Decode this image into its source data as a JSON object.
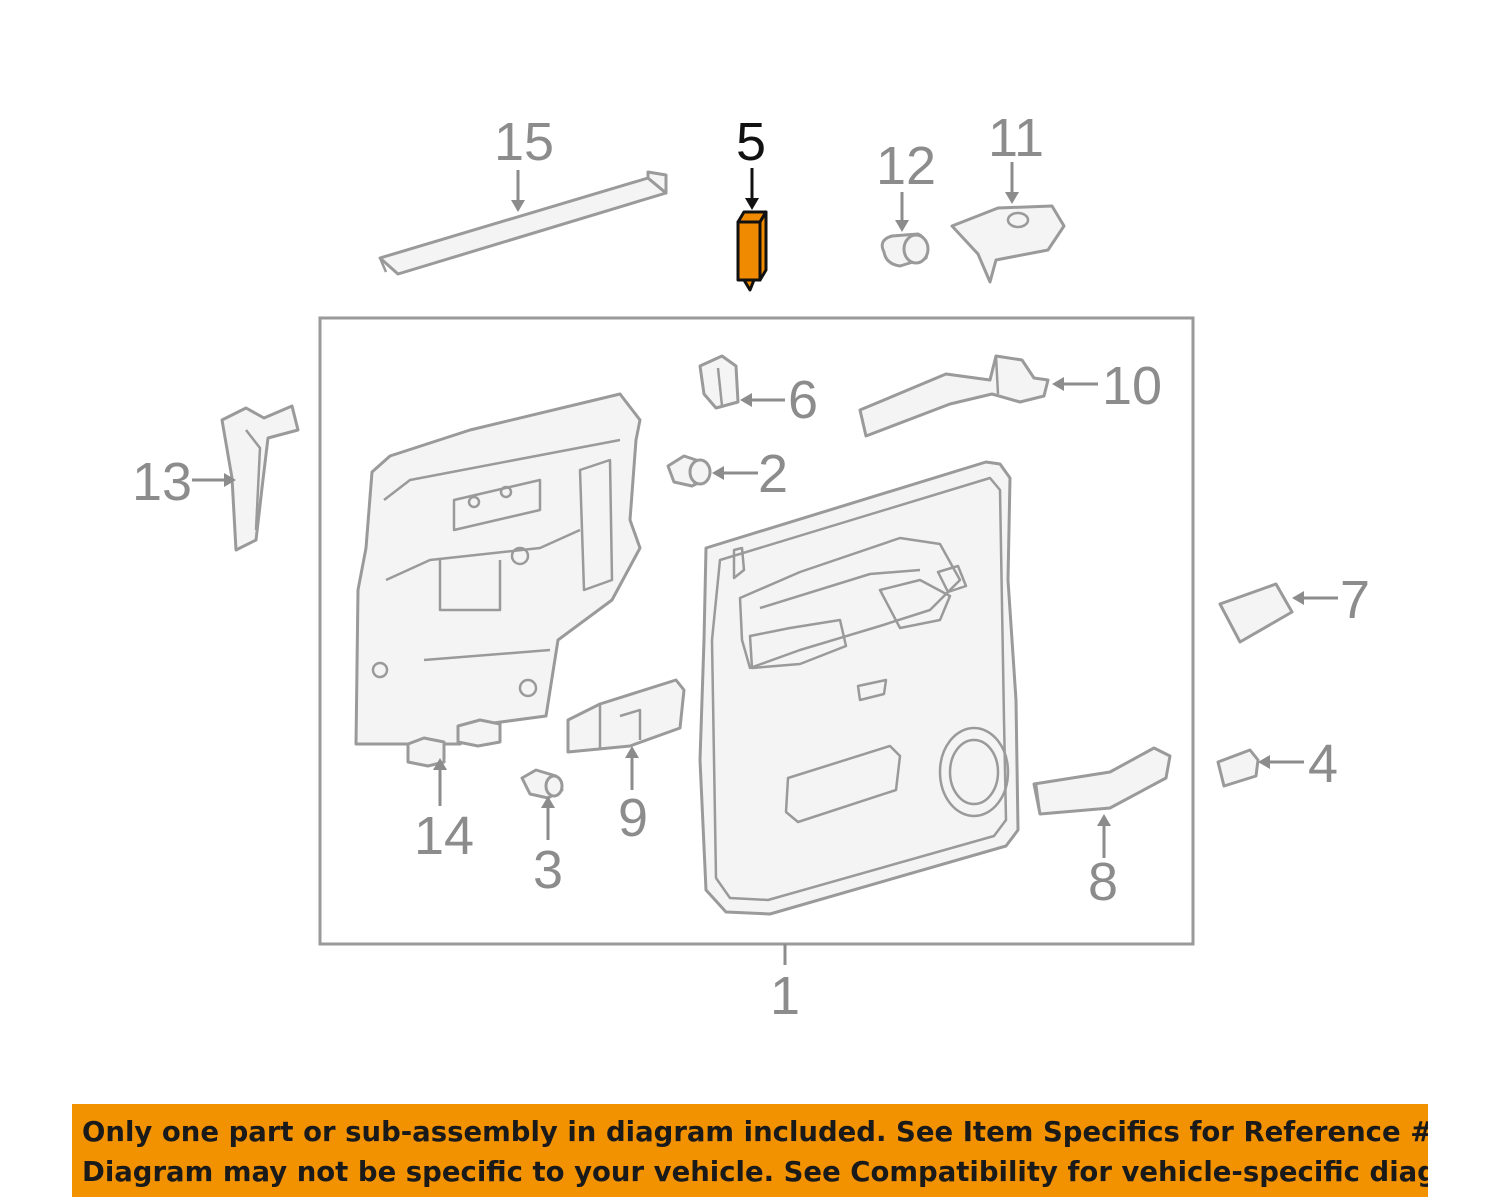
{
  "callouts": {
    "c1": "1",
    "c2": "2",
    "c3": "3",
    "c4": "4",
    "c5": "5",
    "c6": "6",
    "c7": "7",
    "c8": "8",
    "c9": "9",
    "c10": "10",
    "c11": "11",
    "c12": "12",
    "c13": "13",
    "c14": "14",
    "c15": "15"
  },
  "highlighted_part": "5",
  "colors": {
    "highlight": "#f08a00",
    "banner": "#f39200",
    "lines": "#9a9a9a"
  },
  "disclaimer": {
    "line1": "Only one part or sub-assembly in diagram included. See Item Specifics for Reference #.",
    "line2": "Diagram may not be specific to your vehicle. See Compatibility for vehicle-specific diagrams."
  }
}
